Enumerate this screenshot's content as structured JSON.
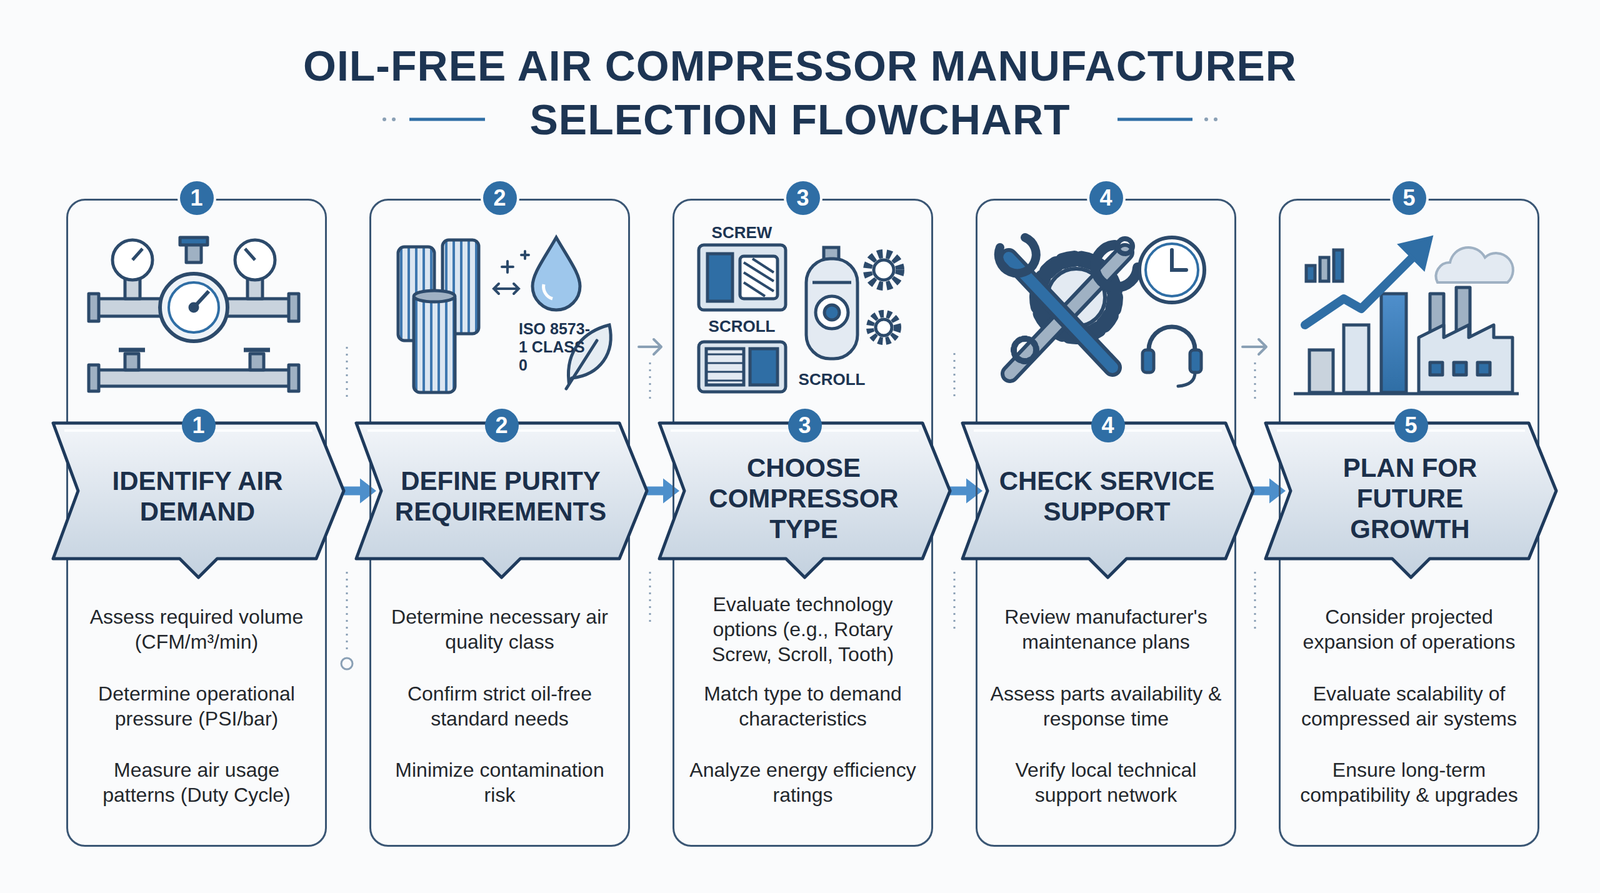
{
  "diagram": {
    "title": "OIL-FREE AIR COMPRESSOR MANUFACTURER SELECTION FLOWCHART",
    "nodes": [
      {
        "text": [
          "1",
          "Assess required volume (CFM/m³/min)",
          "Determine operational pressure (PSI/bar)",
          "Measure air usage patterns (Duty Cycle)"
        ]
      },
      {
        "text": [
          "1",
          "IDENTIFY AIR DEMAND"
        ],
        "in": 0
      },
      {
        "text": [
          "2",
          "Determine necessary air quality class",
          "Confirm strict oil-free standard needs",
          "Minimize contamination risk"
        ]
      },
      {
        "text": [
          "2",
          "DEFINE PURITY REQUIREMENTS"
        ],
        "in": 2
      },
      {
        "text": [
          "3",
          "Evaluate technology options (e.g., Rotary Screw, Scroll, Tooth)",
          "Match type to demand characteristics",
          "Analyze energy efficiency ratings"
        ]
      },
      {
        "text": [
          "3",
          "CHOOSE COMPRESSOR TYPE"
        ],
        "in": 4
      },
      {
        "text": [
          "4",
          "Review manufacturer's maintenance plans",
          "Assess parts availability & response time",
          "Verify local technical support network"
        ]
      },
      {
        "text": [
          "4",
          "CHECK SERVICE SUPPORT"
        ],
        "in": 6
      },
      {
        "text": [
          "5",
          "Consider projected expansion of operations",
          "Evaluate scalability of compressed air systems",
          "Ensure long-term compatibility & upgrades"
        ]
      },
      {
        "text": [
          "5",
          "PLAN FOR FUTURE GROWTH"
        ],
        "in": 8
      }
    ],
    "edges": [
      {
        "from": 1,
        "to": 3,
        "arrow": "to"
      },
      {
        "from": 3,
        "to": 5,
        "arrow": "to"
      },
      {
        "from": 5,
        "to": 7,
        "arrow": "to"
      },
      {
        "from": 7,
        "to": 9,
        "arrow": "to"
      }
    ],
    "labels": [
      "ISO 8573-1 CLASS 0",
      "SCREW",
      "SCROLL",
      "SCROLL"
    ]
  }
}
